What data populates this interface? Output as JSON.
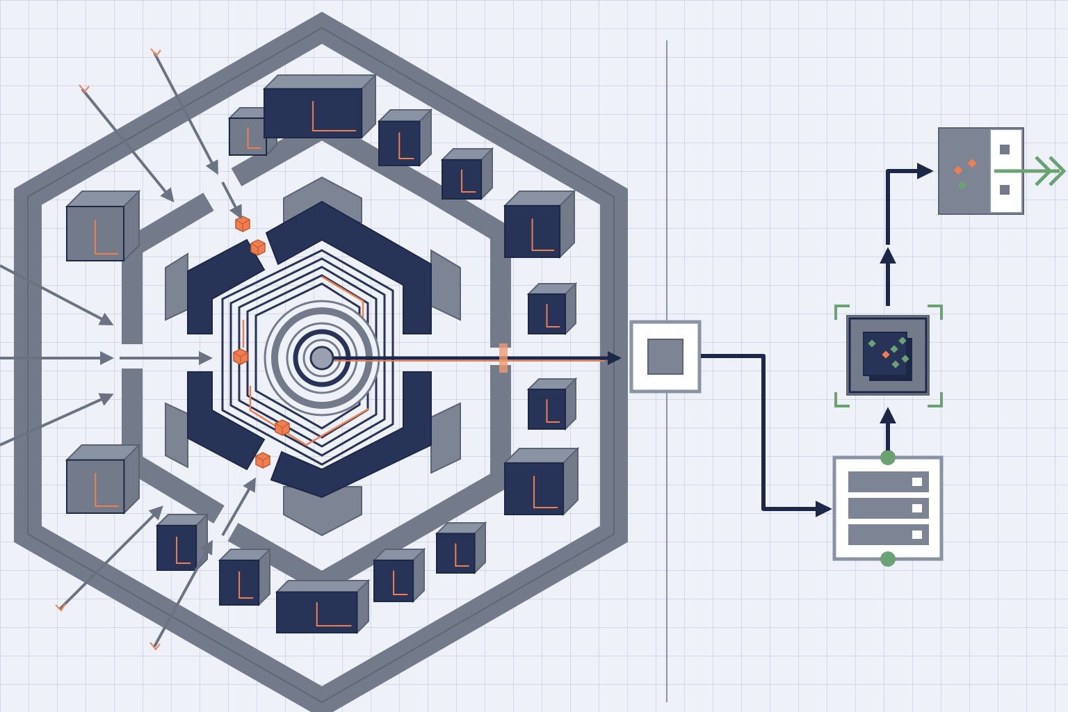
{
  "colors": {
    "background": "#eef1f7",
    "grid": "#b9c2d4",
    "slate": "#737b8b",
    "slate_light": "#8a93a3",
    "slate_dark": "#5c6474",
    "navy": "#283457",
    "navy_dark": "#1d2747",
    "orange": "#ef7f50",
    "green": "#6aa274",
    "white": "#ffffff"
  },
  "icons": {
    "hub": "hexagonal-maze-core-icon",
    "modules": "isometric-cube-module-icon",
    "packets": "orange-data-packet-icon",
    "processor": "chip-processor-icon",
    "storage": "server-stack-icon",
    "output": "output-panel-icon",
    "exit": "double-chevron-right-icon"
  },
  "diagram": {
    "flow": [
      "inbound-arrows",
      "hexagon-hub",
      "gateway-node",
      "server-stack",
      "processor-chip",
      "output-panel"
    ]
  }
}
